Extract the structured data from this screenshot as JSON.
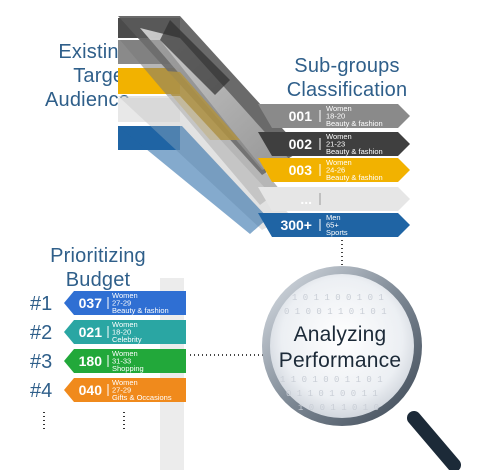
{
  "labels": {
    "existing_target_audience": [
      "Existing",
      "Target",
      "Audience"
    ],
    "subgroups_classification": [
      "Sub-groups",
      "Classification"
    ],
    "prioritizing_budget": [
      "Prioritizing",
      "Budget"
    ],
    "analyzing_performance": [
      "Analyzing",
      "Performance"
    ]
  },
  "subgroups": [
    {
      "code": "001",
      "lines": [
        "Women",
        "18-20",
        "Beauty & fashion"
      ],
      "color": "#8a8a8a"
    },
    {
      "code": "002",
      "lines": [
        "Women",
        "21-23",
        "Beauty & fashion"
      ],
      "color": "#3f3f3f"
    },
    {
      "code": "003",
      "lines": [
        "Women",
        "24-26",
        "Beauty & fashion"
      ],
      "color": "#f2b200"
    },
    {
      "code": "...",
      "lines": [
        "",
        "",
        ""
      ],
      "color": "#e6e6e6"
    },
    {
      "code": "300+",
      "lines": [
        "Men",
        "65+",
        "Sports"
      ],
      "color": "#1f64a4"
    }
  ],
  "budget": [
    {
      "rank": "#1",
      "code": "037",
      "lines": [
        "Women",
        "27-29",
        "Beauty & fashion"
      ],
      "color": "#2f6fd3"
    },
    {
      "rank": "#2",
      "code": "021",
      "lines": [
        "Women",
        "18-20",
        "Celebrity"
      ],
      "color": "#2aa6a3"
    },
    {
      "rank": "#3",
      "code": "180",
      "lines": [
        "Women",
        "31-33",
        "Shopping"
      ],
      "color": "#22a83a"
    },
    {
      "rank": "#4",
      "code": "040",
      "lines": [
        "Women",
        "27-29",
        "Gifts & Occasions"
      ],
      "color": "#f08a1c"
    }
  ]
}
